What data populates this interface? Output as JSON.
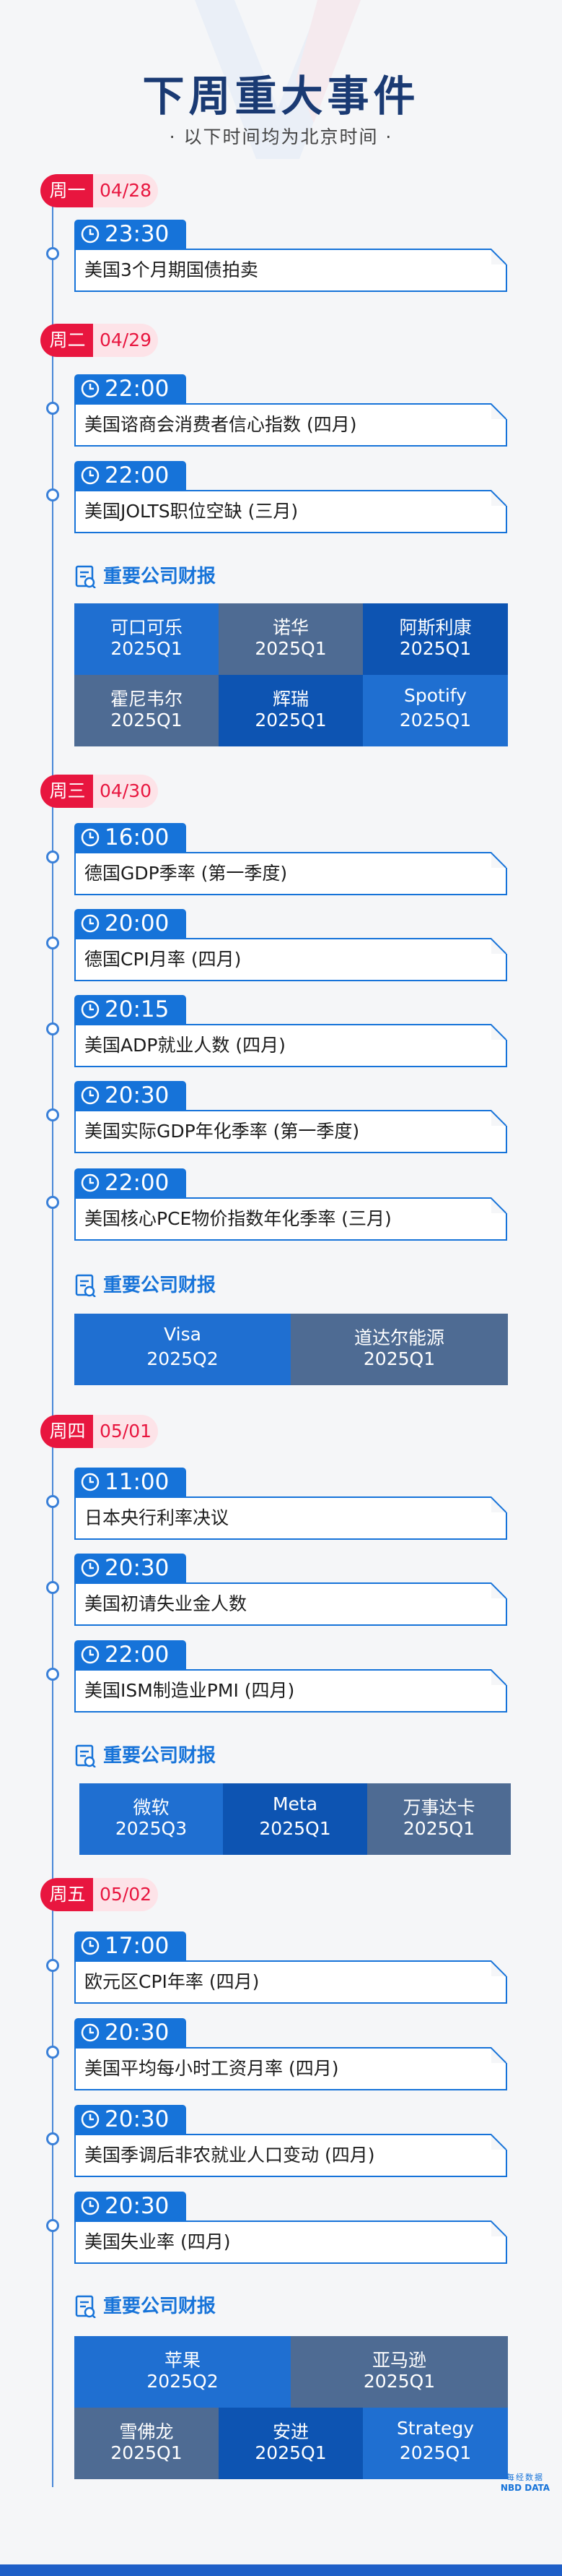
{
  "header": {
    "title": "下周重大事件",
    "subtitle": "· 以下时间均为北京时间 ·"
  },
  "days": [
    {
      "label": "周一",
      "date": "04/28",
      "events": [
        {
          "time": "23:30",
          "text": "美国3个月期国债拍卖"
        }
      ]
    },
    {
      "label": "周二",
      "date": "04/29",
      "events": [
        {
          "time": "22:00",
          "text": "美国谘商会消费者信心指数 (四月)"
        },
        {
          "time": "22:00",
          "text": "美国JOLTS职位空缺 (三月)"
        }
      ],
      "financials_title": "重要公司财报",
      "companies": [
        {
          "name": "可口可乐",
          "quarter": "2025Q1"
        },
        {
          "name": "诺华",
          "quarter": "2025Q1"
        },
        {
          "name": "阿斯利康",
          "quarter": "2025Q1"
        },
        {
          "name": "霍尼韦尔",
          "quarter": "2025Q1"
        },
        {
          "name": "辉瑞",
          "quarter": "2025Q1"
        },
        {
          "name": "Spotify",
          "quarter": "2025Q1"
        }
      ]
    },
    {
      "label": "周三",
      "date": "04/30",
      "events": [
        {
          "time": "16:00",
          "text": "德国GDP季率 (第一季度)"
        },
        {
          "time": "20:00",
          "text": "德国CPI月率 (四月)"
        },
        {
          "time": "20:15",
          "text": "美国ADP就业人数 (四月)"
        },
        {
          "time": "20:30",
          "text": "美国实际GDP年化季率 (第一季度)"
        },
        {
          "time": "22:00",
          "text": "美国核心PCE物价指数年化季率 (三月)"
        }
      ],
      "financials_title": "重要公司财报",
      "companies": [
        {
          "name": "Visa",
          "quarter": "2025Q2"
        },
        {
          "name": "道达尔能源",
          "quarter": "2025Q1"
        }
      ]
    },
    {
      "label": "周四",
      "date": "05/01",
      "events": [
        {
          "time": "11:00",
          "text": "日本央行利率决议"
        },
        {
          "time": "20:30",
          "text": "美国初请失业金人数"
        },
        {
          "time": "22:00",
          "text": "美国ISM制造业PMI (四月)"
        }
      ],
      "financials_title": "重要公司财报",
      "companies": [
        {
          "name": "微软",
          "quarter": "2025Q3"
        },
        {
          "name": "Meta",
          "quarter": "2025Q1"
        },
        {
          "name": "万事达卡",
          "quarter": "2025Q1"
        }
      ]
    },
    {
      "label": "周五",
      "date": "05/02",
      "events": [
        {
          "time": "17:00",
          "text": "欧元区CPI年率 (四月)"
        },
        {
          "time": "20:30",
          "text": "美国平均每小时工资月率 (四月)"
        },
        {
          "time": "20:30",
          "text": "美国季调后非农就业人口变动 (四月)"
        },
        {
          "time": "20:30",
          "text": "美国失业率 (四月)"
        }
      ],
      "financials_title": "重要公司财报",
      "companies": [
        {
          "name": "苹果",
          "quarter": "2025Q2"
        },
        {
          "name": "亚马逊",
          "quarter": "2025Q1"
        },
        {
          "name": "雪佛龙",
          "quarter": "2025Q1"
        },
        {
          "name": "安进",
          "quarter": "2025Q1"
        },
        {
          "name": "Strategy",
          "quarter": "2025Q1"
        }
      ]
    }
  ],
  "footer": {
    "logo_cn": "每经数据",
    "logo_en": "NBD DATA"
  },
  "colors": {
    "brand": "#1673d9",
    "dark": "#1a3a73",
    "day_red": "#e8163f",
    "cell_gray": "#4e6b93"
  },
  "icons": [
    "clock-icon",
    "report-icon",
    "nbd-logo"
  ]
}
